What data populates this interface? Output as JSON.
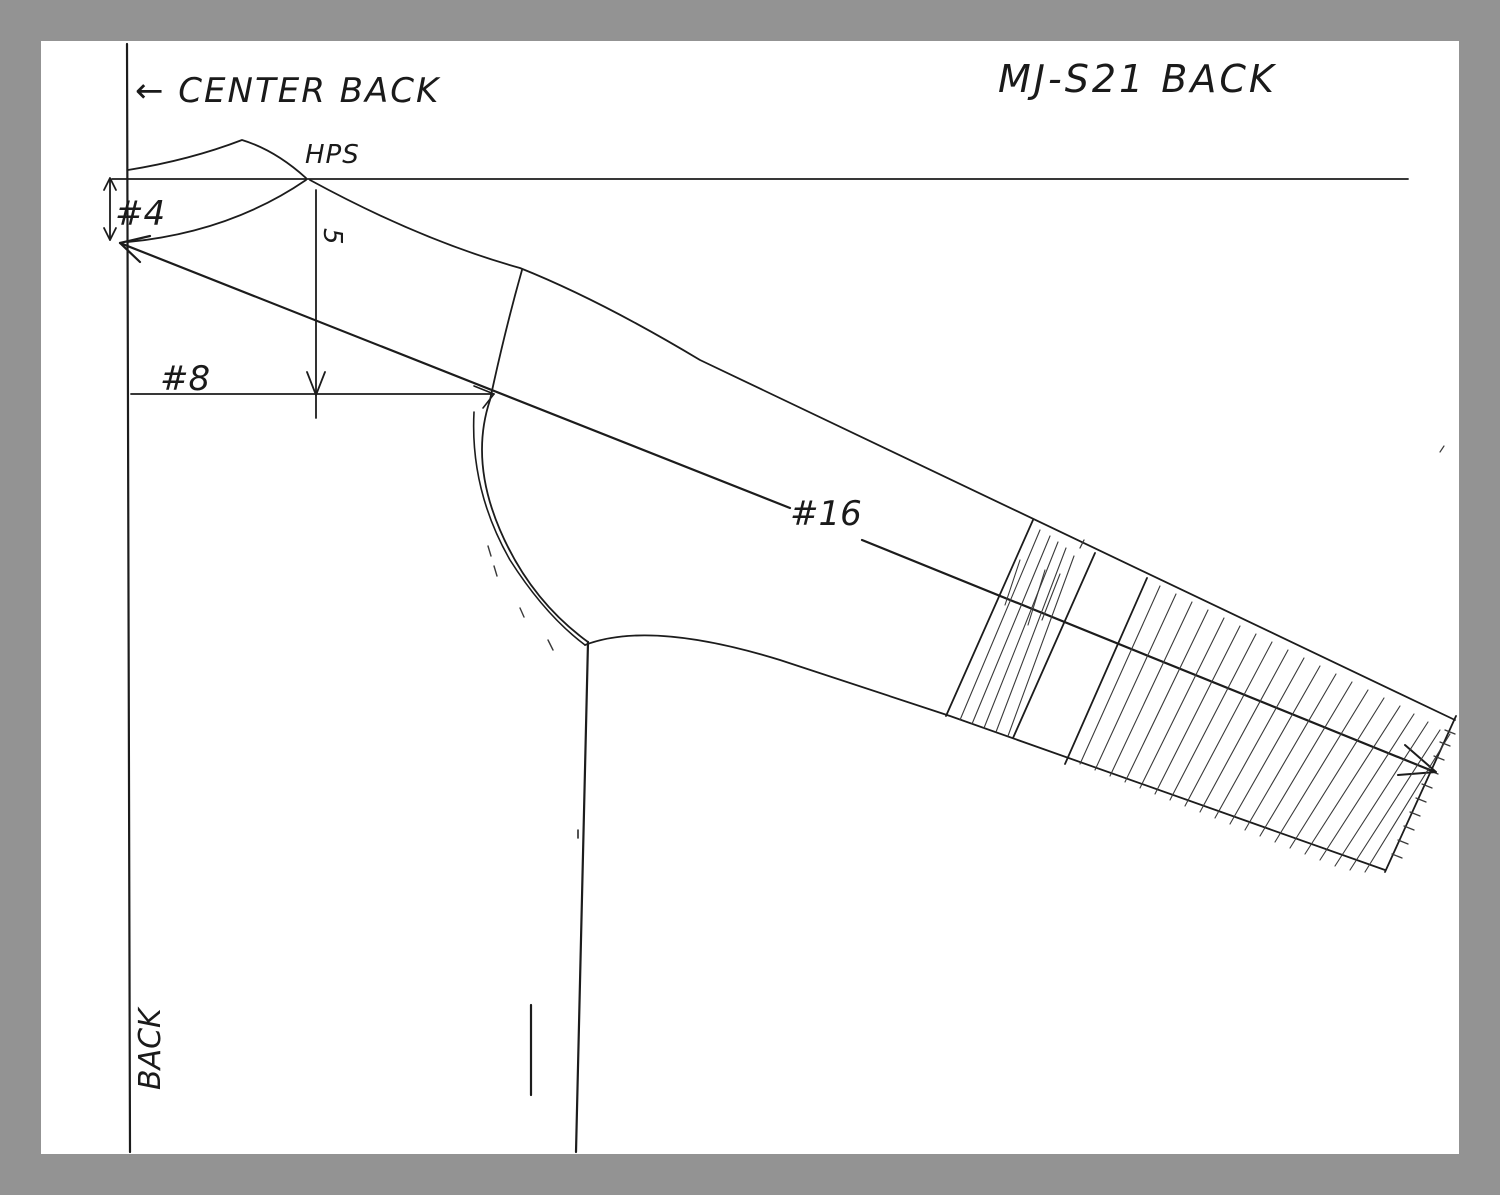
{
  "colors": {
    "border": "#939393",
    "paper": "#ffffff",
    "pencil": "#1c1c1c"
  },
  "labels": {
    "center_back": "← CENTER BACK",
    "title": "MJ-S21  BACK",
    "hps": "HPS",
    "measure_4": "#4",
    "measure_5": "5",
    "measure_8": "#8",
    "measure_16": "#16",
    "back": "BACK"
  }
}
